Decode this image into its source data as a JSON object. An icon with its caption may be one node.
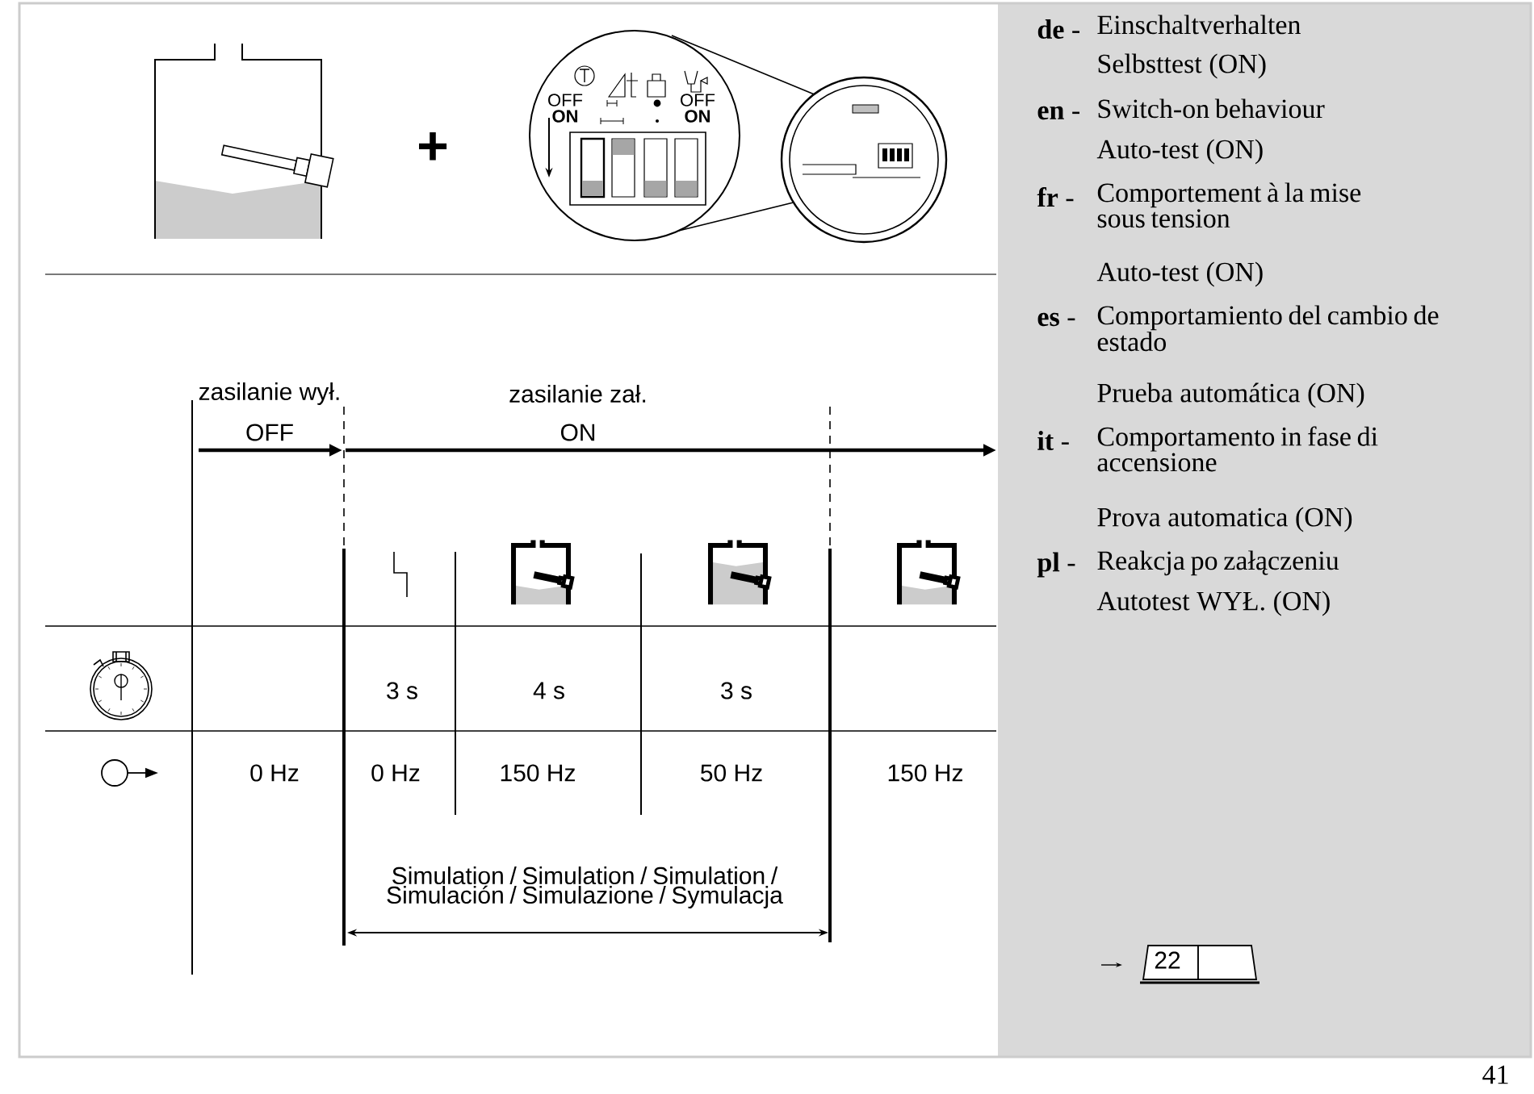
{
  "diagram": {
    "labels": [
      "+",
      "OFF",
      "ON",
      "OFF",
      "ON",
      "zasilanie wył.",
      "OFF",
      "zasilanie zał.",
      "ON",
      "3 s",
      "4 s",
      "3 s",
      "0 Hz",
      "0 Hz",
      "150 Hz",
      "50 Hz",
      "150 Hz",
      "Simulation / Simulation / Simulation / Simulación / Simulazione / Symulacja",
      "**de** -",
      "Einschaltverhalten",
      "Selbsttest (ON)",
      "**en** -",
      "Switch-on behaviour",
      "Auto-test (ON)",
      "**fr** -",
      "Comportement à la mise sous tension",
      "Auto-test (ON)",
      "**es** -",
      "Comportamiento del cambio de estado",
      "Prueba automática (ON)",
      "**it** -",
      "Comportamento in fase di accensione",
      "Prova automatica (ON)",
      "**pl** -",
      "Reakcja po załączeniu",
      "Autotest WYŁ. (ON)",
      "22",
      "41"
    ]
  }
}
